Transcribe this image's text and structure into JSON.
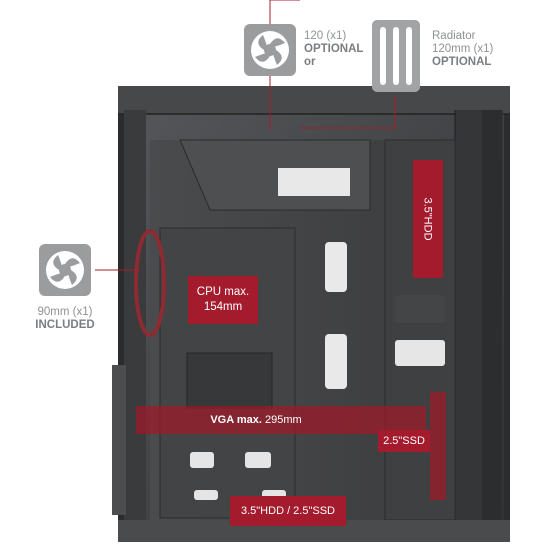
{
  "callouts": {
    "top_fan": {
      "line1": "120 (x1)",
      "line2": "OPTIONAL",
      "line3": "or"
    },
    "radiator": {
      "line1": "Radiator",
      "line2": "120mm (x1)",
      "line3": "OPTIONAL"
    },
    "front_fan": {
      "line1": "90mm (x1)",
      "line2": "INCLUDED"
    }
  },
  "clearance_labels": {
    "cpu": {
      "line1": "CPU max.",
      "line2": "154mm"
    },
    "vga": {
      "prefix": "VGA max.",
      "value": "295mm"
    },
    "hdd35_top": "3.5\"HDD",
    "ssd25": "2.5\"SSD",
    "bottom_bay": "3.5\"HDD / 2.5\"SSD"
  },
  "colors": {
    "accent_red": "#a51b2e",
    "case_dark": "#3a3b3c",
    "icon_gray": "#9a9c9e",
    "text_gray": "#8f9294"
  },
  "icons": [
    "fan-icon",
    "radiator-icon",
    "fan-icon"
  ]
}
